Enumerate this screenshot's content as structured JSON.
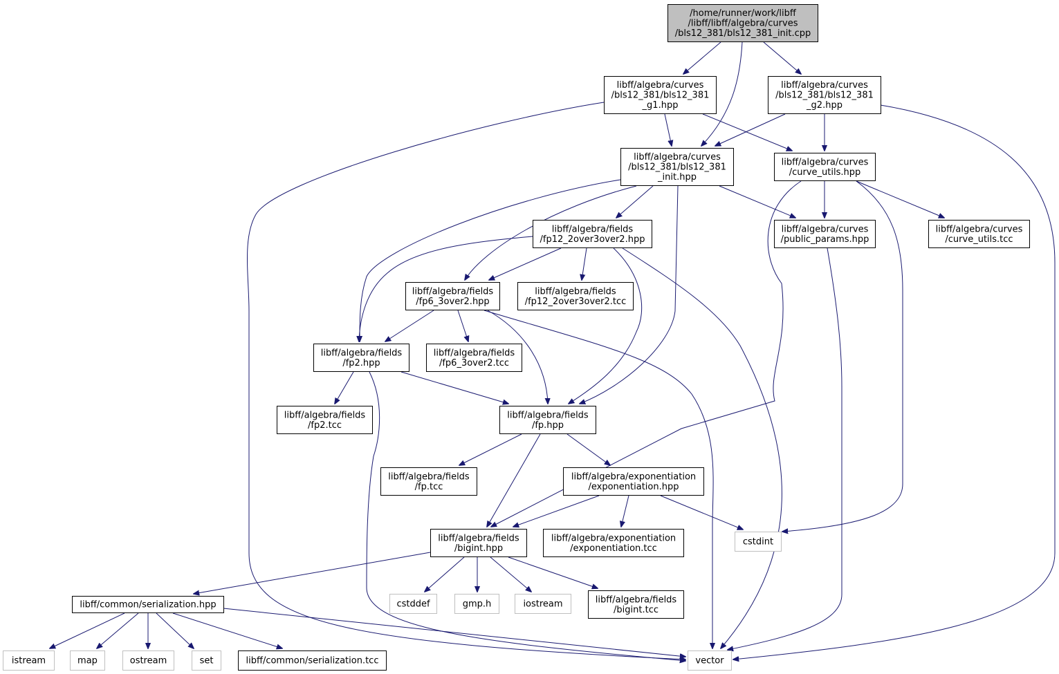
{
  "colors": {
    "edge": "#191970",
    "root_fill": "#bfbfbf",
    "node_border": "#000000",
    "system_border": "#bfbfbf"
  },
  "nodes": [
    {
      "id": "root",
      "lines": [
        "/home/runner/work/libff",
        "/libff/libff/algebra/curves",
        "/bls12_381/bls12_381_init.cpp"
      ],
      "kind": "root"
    },
    {
      "id": "g1",
      "lines": [
        "libff/algebra/curves",
        "/bls12_381/bls12_381",
        "_g1.hpp"
      ],
      "kind": "local"
    },
    {
      "id": "g2",
      "lines": [
        "libff/algebra/curves",
        "/bls12_381/bls12_381",
        "_g2.hpp"
      ],
      "kind": "local"
    },
    {
      "id": "init_hpp",
      "lines": [
        "libff/algebra/curves",
        "/bls12_381/bls12_381",
        "_init.hpp"
      ],
      "kind": "local"
    },
    {
      "id": "curve_utils_hpp",
      "lines": [
        "libff/algebra/curves",
        "/curve_utils.hpp"
      ],
      "kind": "local"
    },
    {
      "id": "fp12",
      "lines": [
        "libff/algebra/fields",
        "/fp12_2over3over2.hpp"
      ],
      "kind": "local"
    },
    {
      "id": "public_params",
      "lines": [
        "libff/algebra/curves",
        "/public_params.hpp"
      ],
      "kind": "local"
    },
    {
      "id": "curve_utils_tcc",
      "lines": [
        "libff/algebra/curves",
        "/curve_utils.tcc"
      ],
      "kind": "local"
    },
    {
      "id": "fp6",
      "lines": [
        "libff/algebra/fields",
        "/fp6_3over2.hpp"
      ],
      "kind": "local"
    },
    {
      "id": "fp12_tcc",
      "lines": [
        "libff/algebra/fields",
        "/fp12_2over3over2.tcc"
      ],
      "kind": "local"
    },
    {
      "id": "fp2",
      "lines": [
        "libff/algebra/fields",
        "/fp2.hpp"
      ],
      "kind": "local"
    },
    {
      "id": "fp6_tcc",
      "lines": [
        "libff/algebra/fields",
        "/fp6_3over2.tcc"
      ],
      "kind": "local"
    },
    {
      "id": "fp2_tcc",
      "lines": [
        "libff/algebra/fields",
        "/fp2.tcc"
      ],
      "kind": "local"
    },
    {
      "id": "fp",
      "lines": [
        "libff/algebra/fields",
        "/fp.hpp"
      ],
      "kind": "local"
    },
    {
      "id": "fp_tcc",
      "lines": [
        "libff/algebra/fields",
        "/fp.tcc"
      ],
      "kind": "local"
    },
    {
      "id": "exp_hpp",
      "lines": [
        "libff/algebra/exponentiation",
        "/exponentiation.hpp"
      ],
      "kind": "local"
    },
    {
      "id": "bigint",
      "lines": [
        "libff/algebra/fields",
        "/bigint.hpp"
      ],
      "kind": "local"
    },
    {
      "id": "exp_tcc",
      "lines": [
        "libff/algebra/exponentiation",
        "/exponentiation.tcc"
      ],
      "kind": "local"
    },
    {
      "id": "cstdint",
      "lines": [
        "cstdint"
      ],
      "kind": "system"
    },
    {
      "id": "serialization",
      "lines": [
        "libff/common/serialization.hpp"
      ],
      "kind": "local"
    },
    {
      "id": "cstddef",
      "lines": [
        "cstddef"
      ],
      "kind": "system"
    },
    {
      "id": "gmp",
      "lines": [
        "gmp.h"
      ],
      "kind": "system"
    },
    {
      "id": "iostream",
      "lines": [
        "iostream"
      ],
      "kind": "system"
    },
    {
      "id": "bigint_tcc",
      "lines": [
        "libff/algebra/fields",
        "/bigint.tcc"
      ],
      "kind": "local"
    },
    {
      "id": "istream",
      "lines": [
        "istream"
      ],
      "kind": "system"
    },
    {
      "id": "map",
      "lines": [
        "map"
      ],
      "kind": "system"
    },
    {
      "id": "ostream",
      "lines": [
        "ostream"
      ],
      "kind": "system"
    },
    {
      "id": "set",
      "lines": [
        "set"
      ],
      "kind": "system"
    },
    {
      "id": "serialization_tcc",
      "lines": [
        "libff/common/serialization.tcc"
      ],
      "kind": "local"
    },
    {
      "id": "vector",
      "lines": [
        "vector"
      ],
      "kind": "system"
    }
  ],
  "edges": [
    {
      "from": "root",
      "to": "g1"
    },
    {
      "from": "root",
      "to": "init_hpp"
    },
    {
      "from": "root",
      "to": "g2"
    },
    {
      "from": "g1",
      "to": "init_hpp"
    },
    {
      "from": "g1",
      "to": "curve_utils_hpp"
    },
    {
      "from": "g1",
      "to": "vector"
    },
    {
      "from": "g2",
      "to": "init_hpp"
    },
    {
      "from": "g2",
      "to": "curve_utils_hpp"
    },
    {
      "from": "g2",
      "to": "vector"
    },
    {
      "from": "init_hpp",
      "to": "fp12"
    },
    {
      "from": "init_hpp",
      "to": "public_params"
    },
    {
      "from": "init_hpp",
      "to": "fp6"
    },
    {
      "from": "init_hpp",
      "to": "fp2"
    },
    {
      "from": "init_hpp",
      "to": "fp"
    },
    {
      "from": "curve_utils_hpp",
      "to": "public_params"
    },
    {
      "from": "curve_utils_hpp",
      "to": "curve_utils_tcc"
    },
    {
      "from": "curve_utils_hpp",
      "to": "bigint"
    },
    {
      "from": "curve_utils_hpp",
      "to": "cstdint"
    },
    {
      "from": "fp12",
      "to": "fp6"
    },
    {
      "from": "fp12",
      "to": "fp12_tcc"
    },
    {
      "from": "fp12",
      "to": "fp2"
    },
    {
      "from": "fp12",
      "to": "fp"
    },
    {
      "from": "fp12",
      "to": "vector"
    },
    {
      "from": "public_params",
      "to": "vector"
    },
    {
      "from": "fp6",
      "to": "fp2"
    },
    {
      "from": "fp6",
      "to": "fp6_tcc"
    },
    {
      "from": "fp6",
      "to": "fp"
    },
    {
      "from": "fp6",
      "to": "vector"
    },
    {
      "from": "fp2",
      "to": "fp2_tcc"
    },
    {
      "from": "fp2",
      "to": "fp"
    },
    {
      "from": "fp2",
      "to": "vector"
    },
    {
      "from": "fp",
      "to": "fp_tcc"
    },
    {
      "from": "fp",
      "to": "exp_hpp"
    },
    {
      "from": "fp",
      "to": "bigint"
    },
    {
      "from": "exp_hpp",
      "to": "bigint"
    },
    {
      "from": "exp_hpp",
      "to": "exp_tcc"
    },
    {
      "from": "exp_hpp",
      "to": "cstdint"
    },
    {
      "from": "bigint",
      "to": "serialization"
    },
    {
      "from": "bigint",
      "to": "cstddef"
    },
    {
      "from": "bigint",
      "to": "gmp"
    },
    {
      "from": "bigint",
      "to": "iostream"
    },
    {
      "from": "bigint",
      "to": "bigint_tcc"
    },
    {
      "from": "serialization",
      "to": "istream"
    },
    {
      "from": "serialization",
      "to": "map"
    },
    {
      "from": "serialization",
      "to": "ostream"
    },
    {
      "from": "serialization",
      "to": "set"
    },
    {
      "from": "serialization",
      "to": "serialization_tcc"
    },
    {
      "from": "serialization",
      "to": "vector"
    }
  ]
}
